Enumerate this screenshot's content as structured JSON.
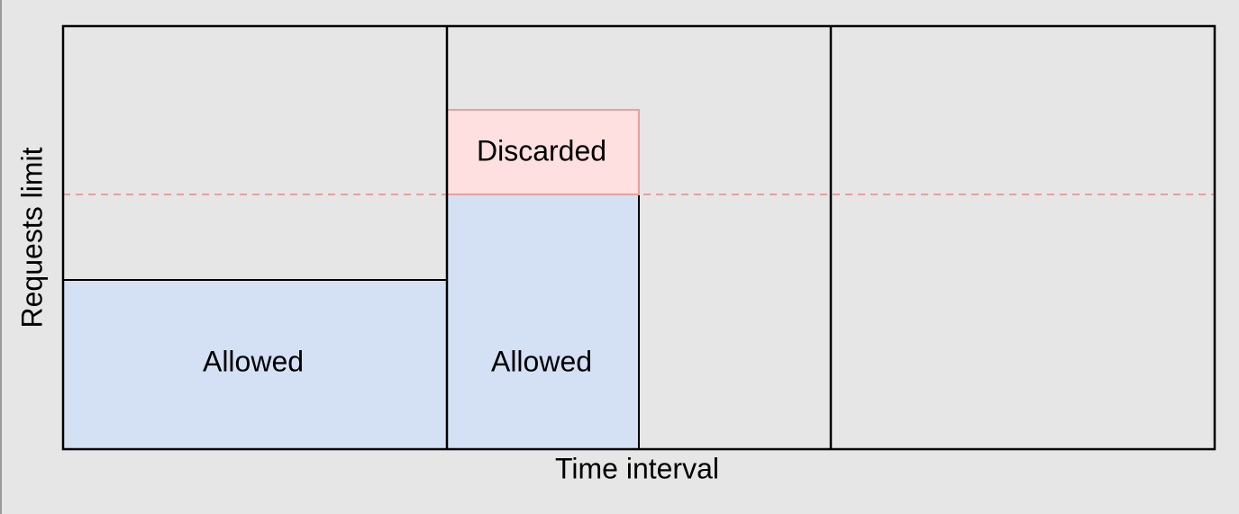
{
  "diagram": {
    "y_axis_label": "Requests limit",
    "x_axis_label": "Time interval",
    "intervals": [
      {
        "blocks": [
          {
            "label": "Allowed",
            "kind": "allowed"
          }
        ]
      },
      {
        "blocks": [
          {
            "label": "Allowed",
            "kind": "allowed"
          },
          {
            "label": "Discarded",
            "kind": "discarded"
          }
        ]
      },
      {
        "blocks": []
      }
    ],
    "limit_line": {
      "style": "dashed"
    },
    "colors": {
      "background": "#e6e6e6",
      "allowed_fill": "#d4e1f5",
      "allowed_stroke": "#000000",
      "discarded_fill": "#fde0df",
      "discarded_stroke": "#ea9f9c",
      "limit_line": "#ea9f9c",
      "frame": "#000000"
    }
  }
}
